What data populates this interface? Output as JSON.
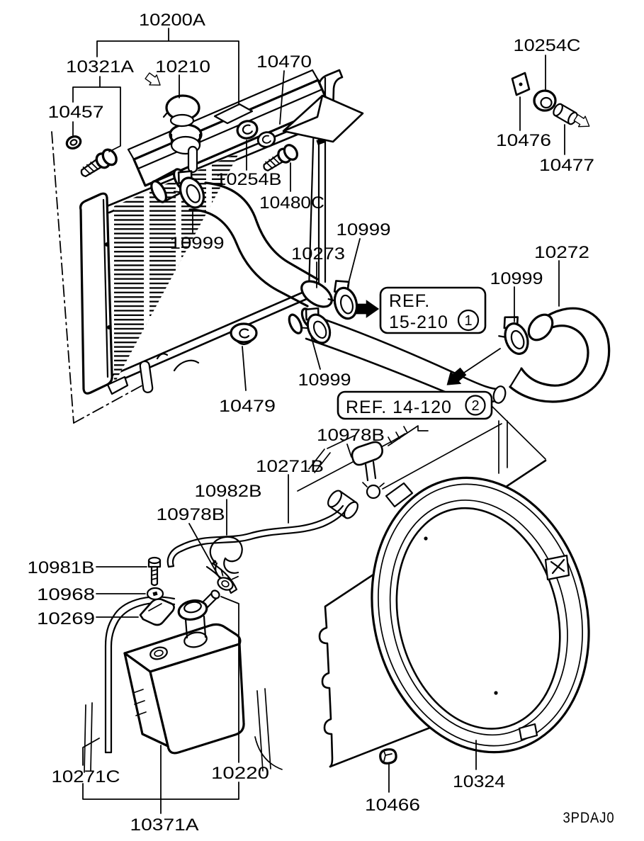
{
  "page": {
    "background": "#ffffff",
    "ink": "#000000",
    "diagram_code": "3PDAJ0"
  },
  "labels": [
    {
      "text": "10200A"
    },
    {
      "text": "10321A"
    },
    {
      "text": "10210"
    },
    {
      "text": "10470"
    },
    {
      "text": "10457"
    },
    {
      "text": "10254C"
    },
    {
      "text": "10476"
    },
    {
      "text": "10477"
    },
    {
      "text": "10254B"
    },
    {
      "text": "10480C"
    },
    {
      "text": "10999"
    },
    {
      "text": "10273"
    },
    {
      "text": "10999"
    },
    {
      "text": "10272"
    },
    {
      "text": "10999"
    },
    {
      "text": "10999"
    },
    {
      "text": "10479"
    },
    {
      "text": "10978B"
    },
    {
      "text": "10271B"
    },
    {
      "text": "10982B"
    },
    {
      "text": "10978B"
    },
    {
      "text": "10981B"
    },
    {
      "text": "10968"
    },
    {
      "text": "10269"
    },
    {
      "text": "10271C"
    },
    {
      "text": "10220"
    },
    {
      "text": "10371A"
    },
    {
      "text": "10466"
    },
    {
      "text": "10324"
    }
  ],
  "ref_notes": {
    "note1": {
      "line1": "REF.",
      "line2": "15-210",
      "badge": "1"
    },
    "note2": {
      "text": "REF. 14-120",
      "badge": "2"
    }
  }
}
